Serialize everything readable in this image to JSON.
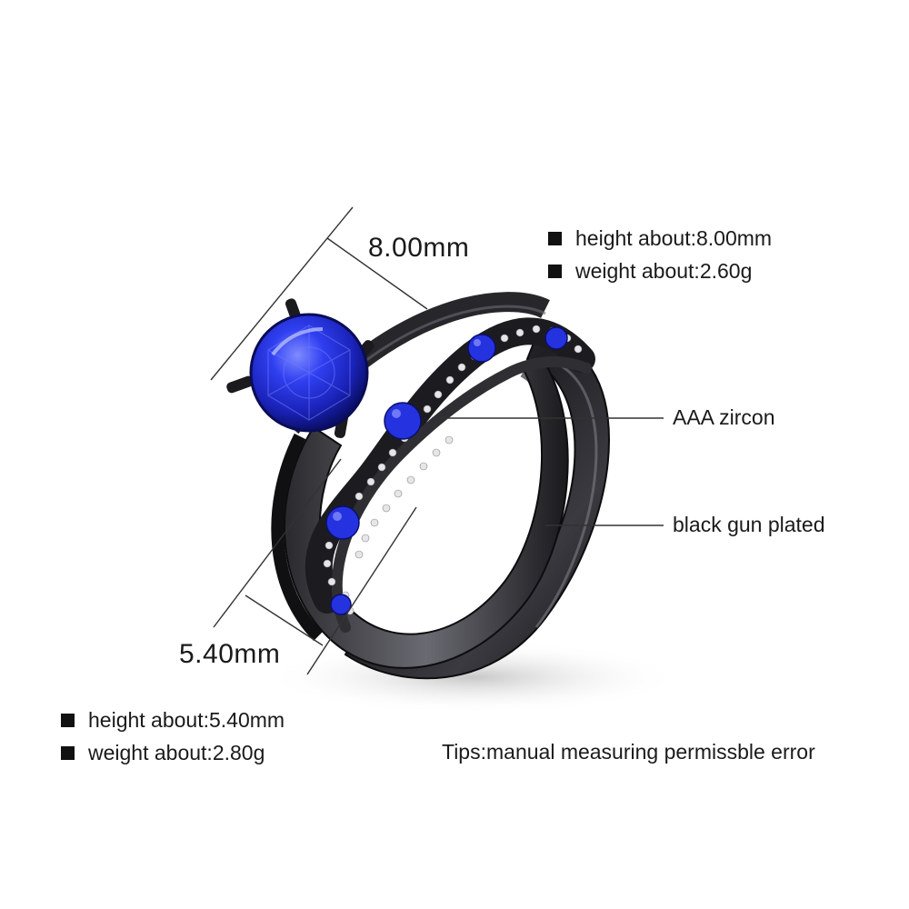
{
  "dimensions": {
    "top_width": "8.00mm",
    "bottom_width": "5.40mm"
  },
  "specs_top": [
    "height about:8.00mm",
    "weight about:2.60g"
  ],
  "specs_bottom": [
    "height about:5.40mm",
    "weight about:2.80g"
  ],
  "callouts": {
    "zircon": "AAA zircon",
    "plating": "black gun plated"
  },
  "tip": "Tips:manual measuring permissble error",
  "colors": {
    "background": "#ffffff",
    "gemstone": "#1f2fd6",
    "metal": "#2a2a2e",
    "text": "#1a1a1a"
  }
}
